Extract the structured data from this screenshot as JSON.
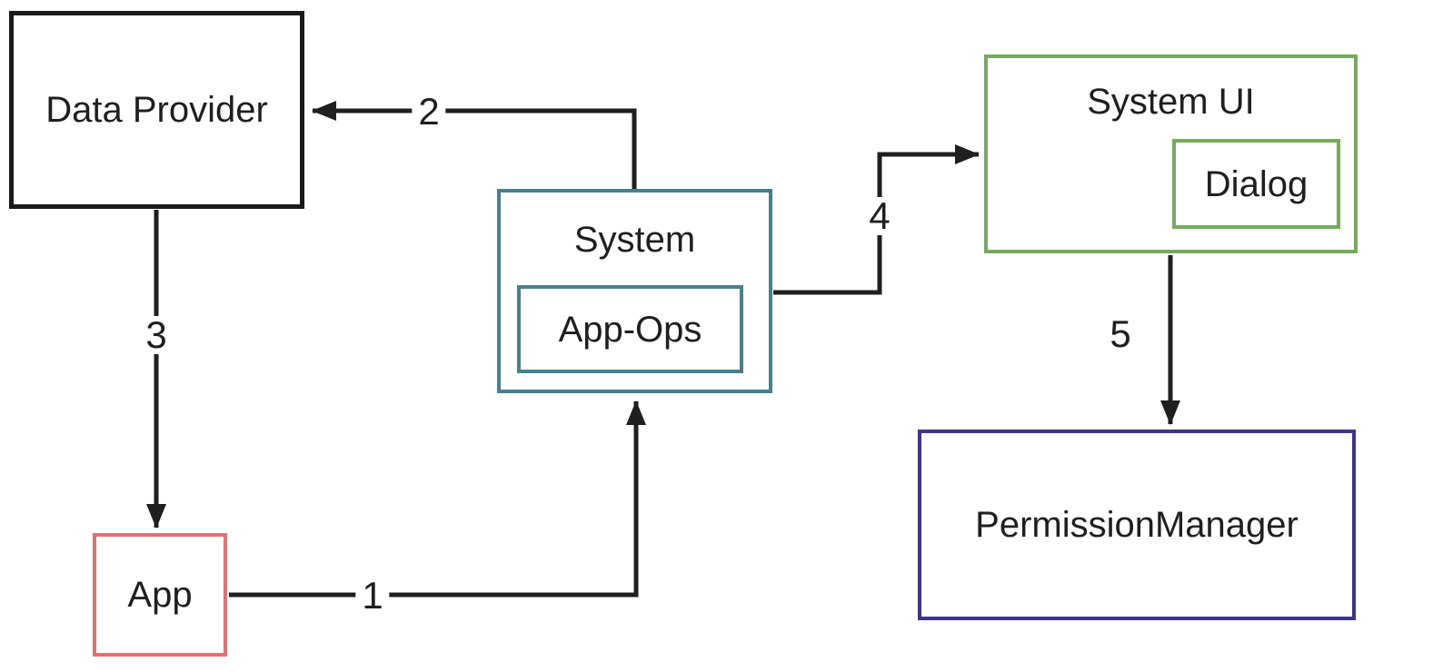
{
  "diagram": {
    "background_color": "#ffffff",
    "line_color": "#1f1f1f",
    "nodes": {
      "data_provider": {
        "label": "Data Provider",
        "border_color": "#1a1a1a"
      },
      "app": {
        "label": "App",
        "border_color": "#dd7373"
      },
      "system": {
        "label": "System",
        "border_color": "#45818e"
      },
      "app_ops": {
        "label": "App-Ops",
        "border_color": "#45818e"
      },
      "system_ui": {
        "label": "System UI",
        "border_color": "#76ab5e"
      },
      "dialog": {
        "label": "Dialog",
        "border_color": "#76ab5e"
      },
      "permission_manager": {
        "label": "PermissionManager",
        "border_color": "#3d358b"
      }
    },
    "edges": [
      {
        "label": "1",
        "from": "App",
        "to": "System"
      },
      {
        "label": "2",
        "from": "System",
        "to": "Data Provider"
      },
      {
        "label": "3",
        "from": "Data Provider",
        "to": "App"
      },
      {
        "label": "4",
        "from": "System",
        "to": "System UI"
      },
      {
        "label": "5",
        "from": "System UI",
        "to": "PermissionManager"
      }
    ]
  }
}
